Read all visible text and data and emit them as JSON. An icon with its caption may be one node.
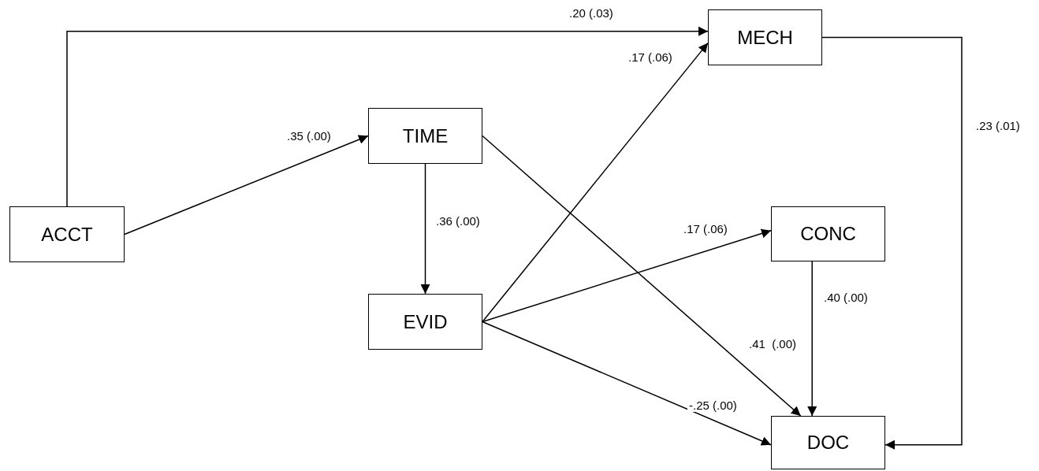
{
  "diagram": {
    "nodes": [
      {
        "text": [
          "ACCT"
        ]
      },
      {
        "text": [
          "TIME"
        ]
      },
      {
        "text": [
          "MECH"
        ]
      },
      {
        "text": [
          "CONC"
        ]
      },
      {
        "text": [
          "EVID"
        ]
      },
      {
        "text": [
          "DOC"
        ]
      }
    ],
    "edges": [
      {
        "from": 0,
        "to": 2,
        "arrow": "to",
        "label": ".20 (.03)"
      },
      {
        "from": 0,
        "to": 1,
        "arrow": "to",
        "label": ".35 (.00)"
      },
      {
        "from": 1,
        "to": 4,
        "arrow": "to",
        "label": ".36 (.00)"
      },
      {
        "from": 1,
        "to": 5,
        "arrow": "to",
        "label": ".41  (.00)"
      },
      {
        "from": 4,
        "to": 2,
        "arrow": "to",
        "label": ".17 (.06)"
      },
      {
        "from": 4,
        "to": 3,
        "arrow": "to",
        "label": ".17 (.06)"
      },
      {
        "from": 4,
        "to": 5,
        "arrow": "to",
        "label": "-.25 (.00)"
      },
      {
        "from": 3,
        "to": 5,
        "arrow": "to",
        "label": ".40 (.00)"
      },
      {
        "from": 2,
        "to": 5,
        "arrow": "to",
        "label": ".23 (.01)"
      }
    ]
  }
}
